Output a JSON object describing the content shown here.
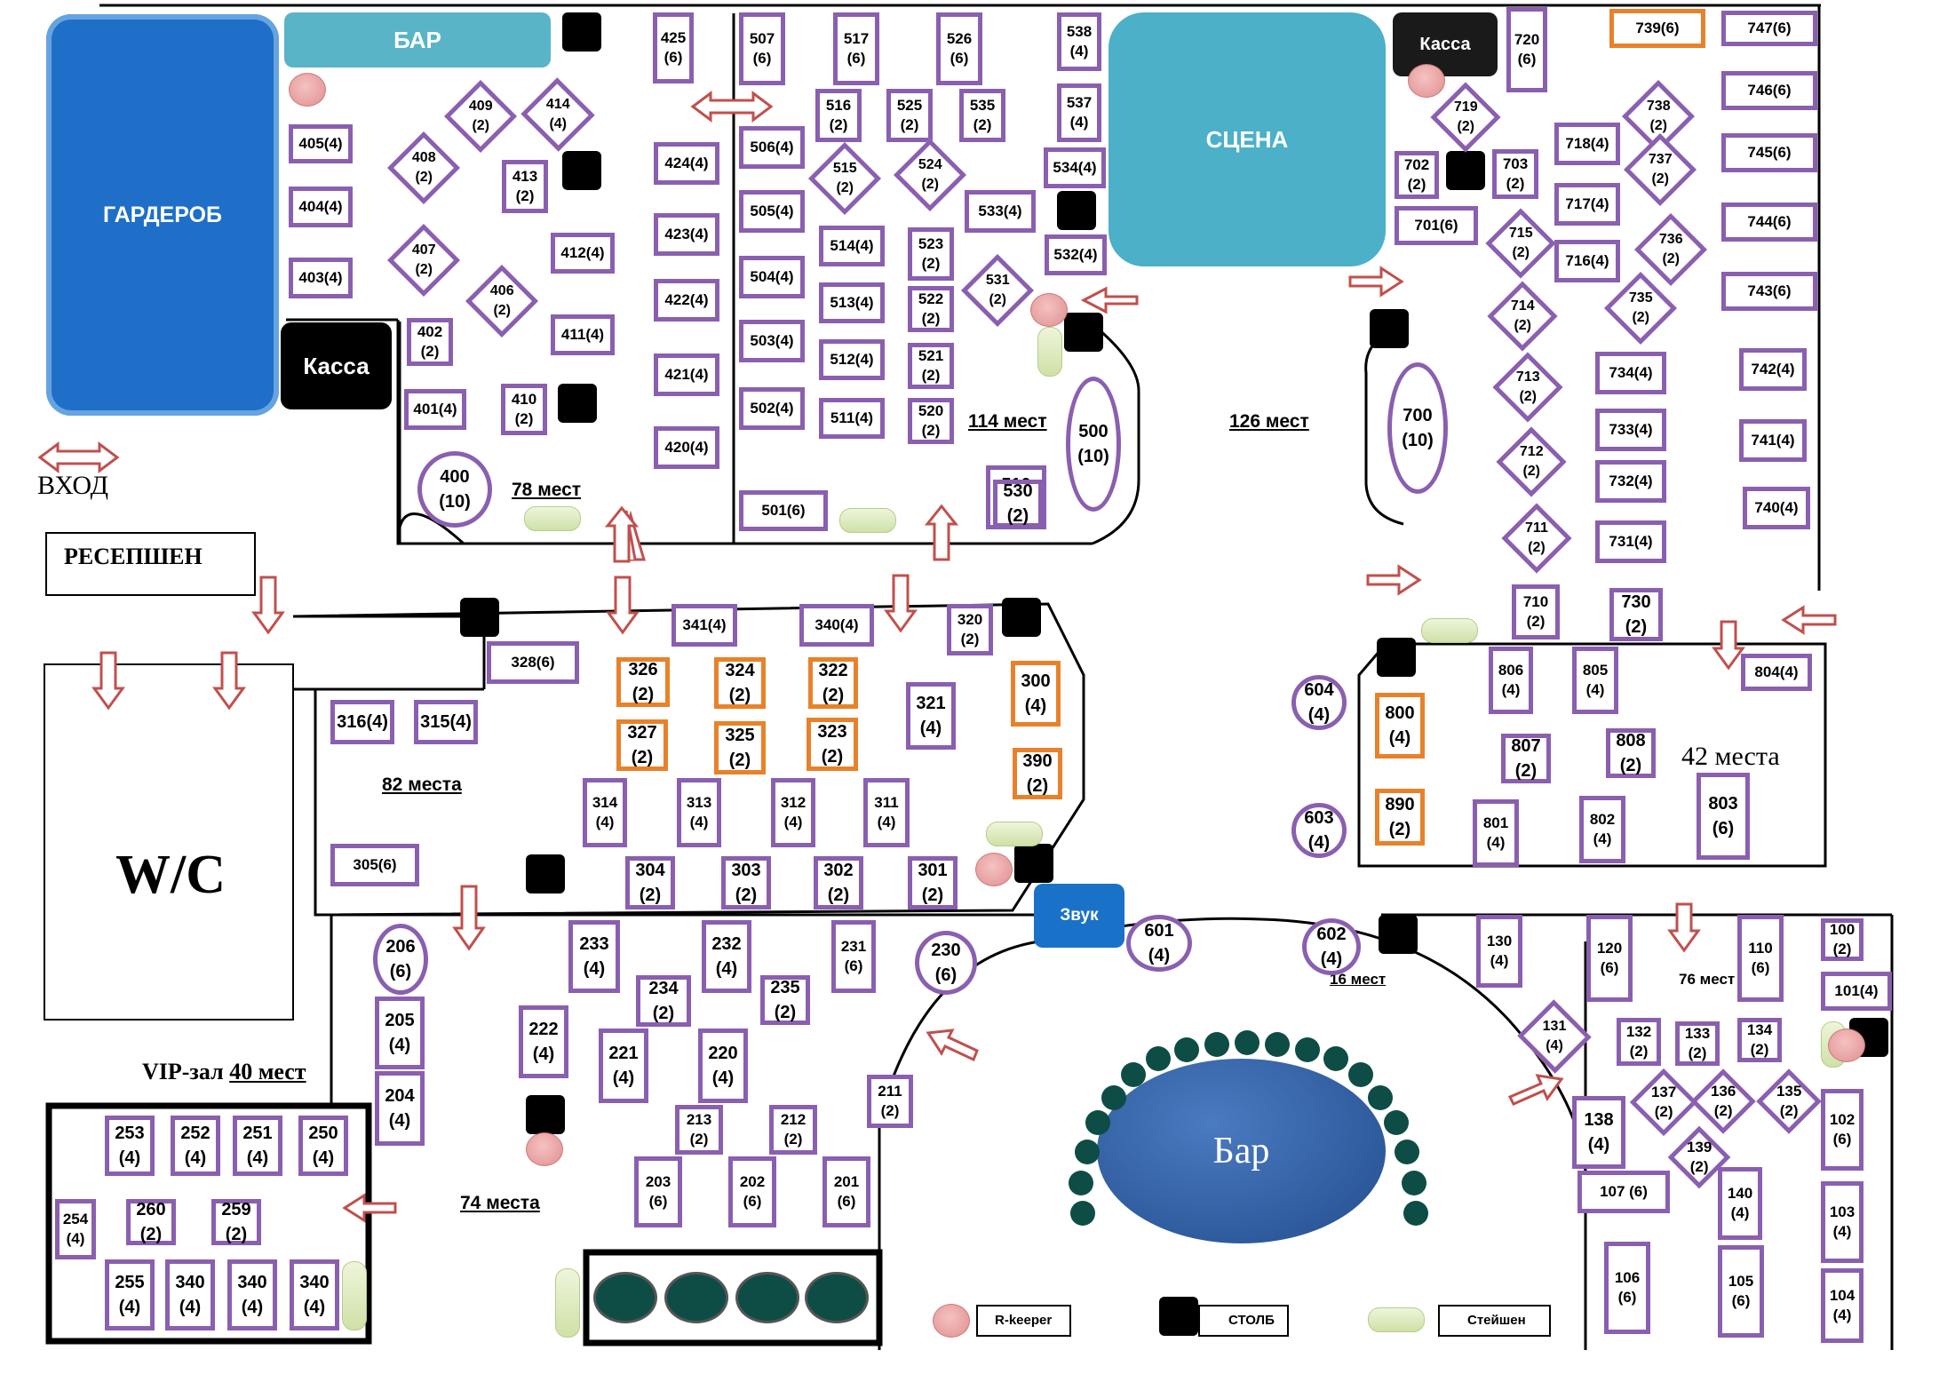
{
  "areas": {
    "wardrobe": "ГАРДЕРОБ",
    "bar_top": "БАР",
    "kassa_1": "Касса",
    "kassa_2": "Касса",
    "stage": "СЦЕНА",
    "entrance": "ВХОД",
    "reception": "РЕСЕПШЕН",
    "wc": "W/C",
    "sound": "Звук",
    "bar_main": "Бар"
  },
  "zone_labels": {
    "z78": "78 мест",
    "z114": "114 мест",
    "z126": "126 мест",
    "z82": "82 места",
    "z42": "42 места",
    "z74": "74 места",
    "z16": "16 мест",
    "z76": "76 мест",
    "vip_prefix": "VIP-зал",
    "vip_count": "40 мест"
  },
  "legend": {
    "rkeeper": "R-keeper",
    "pillar": "СТОЛБ",
    "station": "Стейшен"
  },
  "colors": {
    "table_border": "#8a5fb0",
    "reserved_border": "#e8822a",
    "wardrobe": "#1f6fc8",
    "stage": "#4bb0c8",
    "bar_top": "#5ab4c8",
    "bar_main": "#2f5fa0",
    "arrow": "#c0504d",
    "pillar": "#000000"
  },
  "tables": [
    "425\n(6)",
    "507\n(6)",
    "517\n(6)",
    "526\n(6)",
    "538\n(4)",
    "720\n(6)",
    "739(6)",
    "747(6)",
    "409\n(2)",
    "414\n(4)",
    "516\n(2)",
    "525\n(2)",
    "535\n(2)",
    "537\n(4)",
    "719\n(2)",
    "738\n(2)",
    "746(6)",
    "405(4)",
    "408\n(2)",
    "413\n(2)",
    "424(4)",
    "506(4)",
    "515\n(2)",
    "524\n(2)",
    "534(4)",
    "702\n(2)",
    "703\n(2)",
    "718(4)",
    "737\n(2)",
    "745(6)",
    "404(4)",
    "505(4)",
    "514(4)",
    "533(4)",
    "423(4)",
    "717(4)",
    "701(6)",
    "715\n(2)",
    "736\n(2)",
    "744(6)",
    "403(4)",
    "407\n(2)",
    "412(4)",
    "523\n(2)",
    "532(4)",
    "716(4)",
    "406\n(2)",
    "504(4)",
    "513(4)",
    "531\n(2)",
    "743(6)",
    "422(4)",
    "522\n(2)",
    "714\n(2)",
    "735\n(2)",
    "402\n(2)",
    "411(4)",
    "503(4)",
    "512(4)",
    "521\n(2)",
    "421(4)",
    "713\n(2)",
    "734(4)",
    "742(4)",
    "401(4)",
    "410\n(2)",
    "502(4)",
    "511(4)",
    "520\n(2)",
    "500\n(10)",
    "700\n(10)",
    "733(4)",
    "741(4)",
    "400\n(10)",
    "420(4)",
    "712\n(2)",
    "732(4)",
    "510\n(2)",
    "501(6)",
    "530\n(2)",
    "740(4)",
    "711\n(2)",
    "731(4)",
    "710\n(2)",
    "730\n(2)",
    "341(4)",
    "340(4)",
    "320\n(2)",
    "328(6)",
    "804(4)",
    "806\n(4)",
    "805\n(4)",
    "326\n(2)",
    "324\n(2)",
    "322\n(2)",
    "300\n(4)",
    "321\n(4)",
    "316(4)",
    "315(4)",
    "604\n(4)",
    "800\n(4)",
    "807\n(2)",
    "808\n(2)",
    "327\n(2)",
    "325\n(2)",
    "323\n(2)",
    "390\n(2)",
    "803\n(6)",
    "314\n(4)",
    "313\n(4)",
    "312\n(4)",
    "311\n(4)",
    "890\n(2)",
    "603\n(4)",
    "801\n(4)",
    "802\n(4)",
    "305(6)",
    "304\n(2)",
    "303\n(2)",
    "302\n(2)",
    "301\n(2)",
    "206\n(6)",
    "233\n(4)",
    "232\n(4)",
    "231\n(6)",
    "230\n(6)",
    "601\n(4)",
    "602\n(4)",
    "130\n(4)",
    "120\n(6)",
    "110\n(6)",
    "100\n(2)",
    "205\n(4)",
    "222\n(4)",
    "234\n(2)",
    "235\n(2)",
    "101(4)",
    "221\n(4)",
    "220\n(4)",
    "131 (4)",
    "132\n(2)",
    "133\n(2)",
    "134\n(2)",
    "204\n(4)",
    "211\n(2)",
    "137\n(2)",
    "136\n(2)",
    "135\n(2)",
    "102\n(6)",
    "253\n(4)",
    "252\n(4)",
    "251\n(4)",
    "250\n(4)",
    "213\n(2)",
    "212\n(2)",
    "138\n(4)",
    "139\n(2)",
    "254\n(4)",
    "260\n(2)",
    "259\n(2)",
    "203\n(6)",
    "202\n(6)",
    "201\n(6)",
    "107 (6)",
    "140\n(4)",
    "103\n(4)",
    "255\n(4)",
    "340\n(4)",
    "340\n(4)",
    "340\n(4)",
    "106\n(6)",
    "105\n(6)",
    "104\n(4)"
  ]
}
